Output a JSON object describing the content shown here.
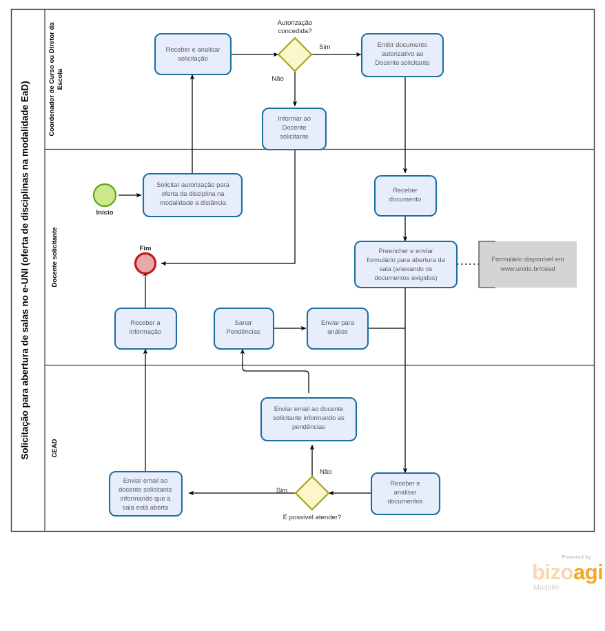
{
  "pool": {
    "title": "Solicitação para abertura de salas no e-UNI (oferta de disciplinas na modalidade EaD)",
    "lanes": [
      {
        "id": "coordenador",
        "label_line1": "Coordenador de Curso ou Diretor da",
        "label_line2": "Escola"
      },
      {
        "id": "docente",
        "label_line1": "Docente  solicitante",
        "label_line2": ""
      },
      {
        "id": "cead",
        "label_line1": "CEAD",
        "label_line2": ""
      }
    ]
  },
  "events": [
    {
      "id": "start",
      "type": "start",
      "label": "Início"
    },
    {
      "id": "end",
      "type": "end",
      "label": "Fim"
    }
  ],
  "tasks": [
    {
      "id": "t1",
      "lane": "coordenador",
      "lines": [
        "Receber  e analisar",
        "solicitação"
      ]
    },
    {
      "id": "t2",
      "lane": "coordenador",
      "lines": [
        "Emitir documento",
        "autorizativo ao",
        "Docente solicitante"
      ]
    },
    {
      "id": "t3",
      "lane": "coordenador",
      "lines": [
        "Informar ao",
        "Docente",
        "solicitante"
      ]
    },
    {
      "id": "t4",
      "lane": "docente",
      "lines": [
        "Solicitar autorização para",
        "oferta da disciplina na",
        "modalidade a distância"
      ]
    },
    {
      "id": "t5",
      "lane": "docente",
      "lines": [
        "Receber",
        "documento"
      ]
    },
    {
      "id": "t6",
      "lane": "docente",
      "lines": [
        "Preencher e enviar",
        "formulário para abertura da",
        "sala (anexando os",
        "documentos exigidos)"
      ]
    },
    {
      "id": "t7",
      "lane": "docente",
      "lines": [
        "Receber a",
        "informação"
      ]
    },
    {
      "id": "t8",
      "lane": "docente",
      "lines": [
        "Sanar",
        "Pendências"
      ]
    },
    {
      "id": "t9",
      "lane": "docente",
      "lines": [
        "Enviar para",
        "análise"
      ]
    },
    {
      "id": "t10",
      "lane": "cead",
      "lines": [
        "Enviar email ao docente",
        "solicitante informando as",
        "pendências"
      ]
    },
    {
      "id": "t11",
      "lane": "cead",
      "lines": [
        "Enviar email ao",
        "docente solicitante",
        "informando que a",
        "sala está aberta"
      ]
    },
    {
      "id": "t12",
      "lane": "cead",
      "lines": [
        "Receber e",
        "analisar",
        "documentos"
      ]
    }
  ],
  "gateways": [
    {
      "id": "g1",
      "lane": "coordenador",
      "caption_lines": [
        "Autorização",
        "concedida?"
      ],
      "caption_position": "above"
    },
    {
      "id": "g2",
      "lane": "cead",
      "caption_lines": [
        "É possível atender?"
      ],
      "caption_position": "below"
    }
  ],
  "flow_labels": {
    "g1_yes": "Sim",
    "g1_no": "Não",
    "g2_yes": "Sim",
    "g2_no": "Não"
  },
  "annotation": {
    "id": "a1",
    "lines": [
      "Formulário disponível em",
      "www.unirio.br/cead"
    ]
  },
  "branding": {
    "powered_by": "Powered by",
    "name_prefix": "bizo",
    "name_accent": "agi",
    "name_full": "bizagi",
    "product": "Modeler"
  },
  "colors": {
    "task_fill": "#e8edfb",
    "task_stroke": "#1a6fa3",
    "gateway_fill": "#fbf6cc",
    "gateway_stroke": "#a6a015",
    "start_fill": "#cbe98c",
    "start_stroke": "#5aa513",
    "end_fill": "#eaa9a9",
    "end_stroke": "#c0191b",
    "annotation_fill": "#d4d4d4",
    "pool_stroke": "#3b3b3b",
    "flow_stroke": "#000000",
    "brand_orange": "#f5a623"
  }
}
